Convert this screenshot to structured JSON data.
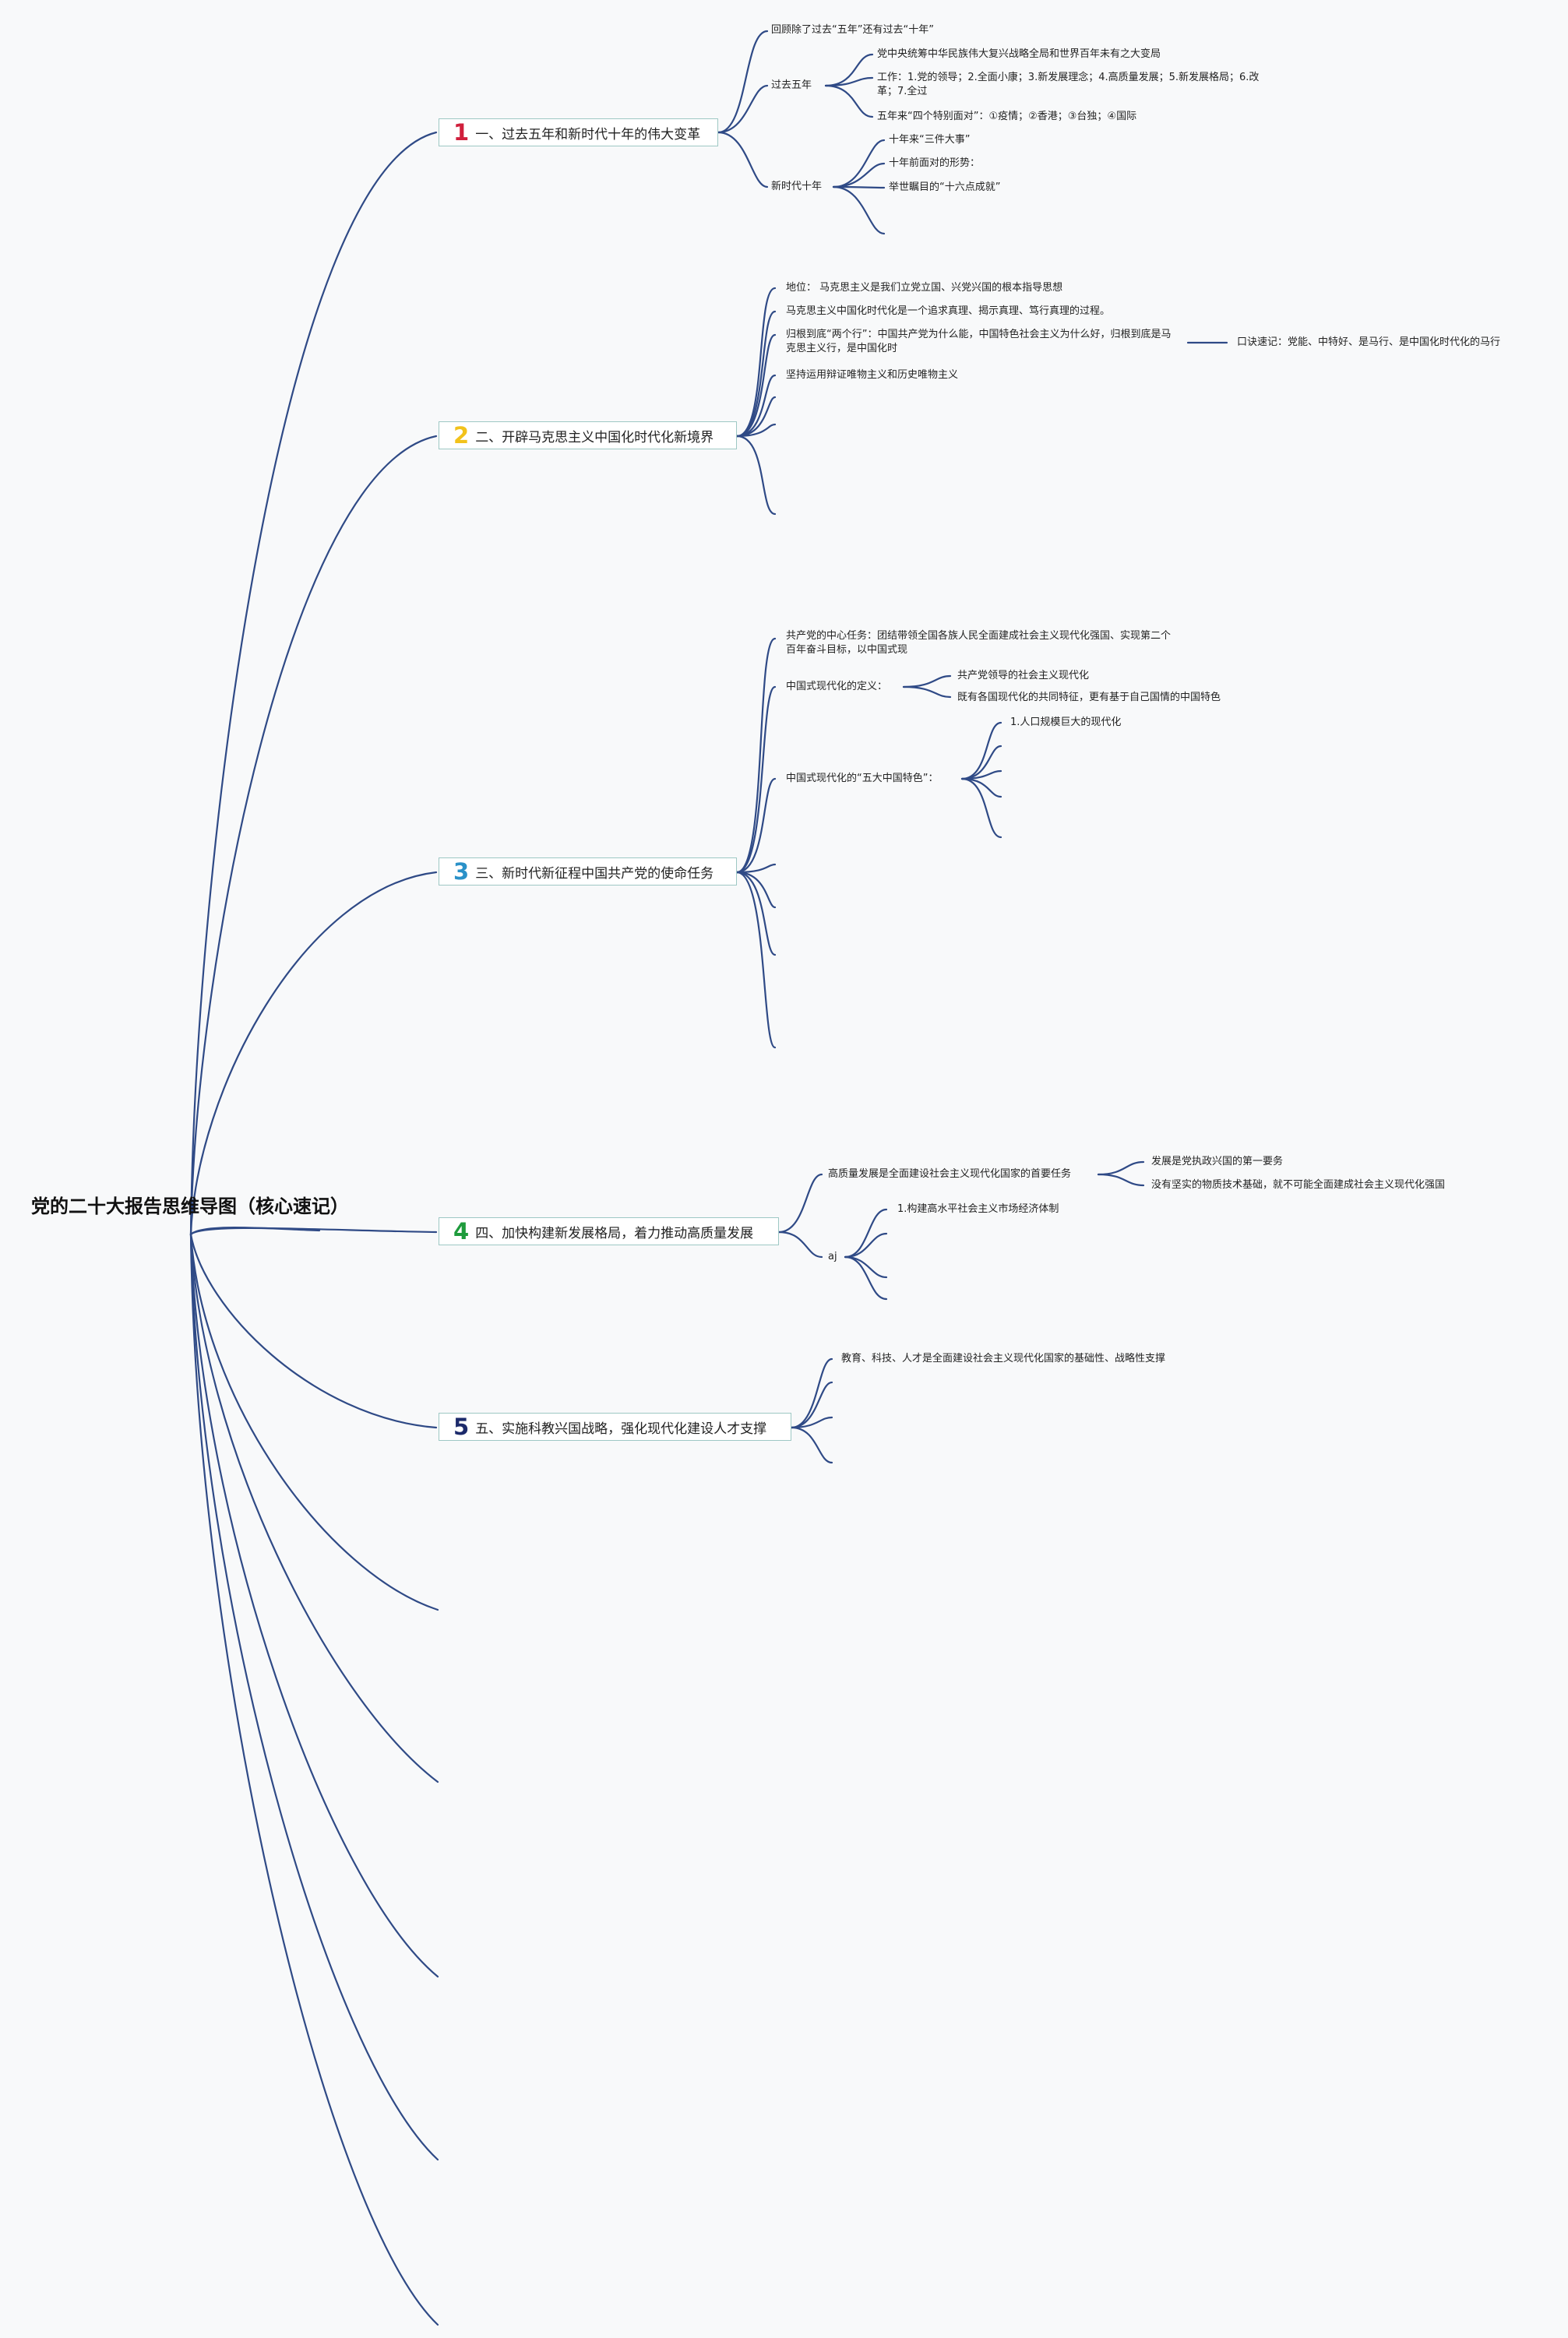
{
  "root": {
    "title": "党的二十大报告思维导图（核心速记）"
  },
  "colors": {
    "line": "#2f4a86",
    "n1": "#d01f3c",
    "n2": "#f2c21b",
    "n3": "#2a91c8",
    "n4": "#1e9b3c",
    "n5": "#1c2a6b"
  },
  "topics": [
    {
      "num": "1",
      "label": "一、过去五年和新时代十年的伟大变革"
    },
    {
      "num": "2",
      "label": "二、开辟马克思主义中国化时代化新境界"
    },
    {
      "num": "3",
      "label": "三、新时代新征程中国共产党的使命任务"
    },
    {
      "num": "4",
      "label": "四、加快构建新发展格局，着力推动高质量发展"
    },
    {
      "num": "5",
      "label": "五、实施科教兴国战略，强化现代化建设人才支撑"
    }
  ],
  "t1": {
    "a": "回顾除了过去“五年”还有过去“十年”",
    "b": "过去五年",
    "b1": "党中央统筹中华民族伟大复兴战略全局和世界百年未有之大变局",
    "b2": "工作：1.党的领导；2.全面小康；3.新发展理念；4.高质量发展；5.新发展格局；6.改革；7.全过",
    "b3": "五年来“四个特别面对”：①疫情；②香港；③台独；④国际",
    "c": "新时代十年",
    "c1": "十年来“三件大事”",
    "c2": "十年前面对的形势：",
    "c3": "举世瞩目的“十六点成就”"
  },
  "t2": {
    "a": "地位：  马克思主义是我们立党立国、兴党兴国的根本指导思想",
    "b": "马克思主义中国化时代化是一个追求真理、揭示真理、笃行真理的过程。",
    "c": "归根到底“两个行”：中国共产党为什么能，中国特色社会主义为什么好，归根到底是马克思主义行，是中国化时",
    "c1": "口诀速记：党能、中特好、是马行、是中国化时代化的马行",
    "d": "坚持运用辩证唯物主义和历史唯物主义"
  },
  "t3": {
    "a": "共产党的中心任务：团结带领全国各族人民全面建成社会主义现代化强国、实现第二个百年奋斗目标，以中国式现",
    "b": "中国式现代化的定义：",
    "b1": "共产党领导的社会主义现代化",
    "b2": "既有各国现代化的共同特征，更有基于自己国情的中国特色",
    "c": "中国式现代化的“五大中国特色”：",
    "c1": "1.人口规模巨大的现代化"
  },
  "t4": {
    "a": "高质量发展是全面建设社会主义现代化国家的首要任务",
    "a1": "发展是党执政兴国的第一要务",
    "a2": "没有坚实的物质技术基础，就不可能全面建成社会主义现代化强国",
    "b": "aj",
    "b1": "1.构建高水平社会主义市场经济体制"
  },
  "t5": {
    "a": "教育、科技、人才是全面建设社会主义现代化国家的基础性、战略性支撑"
  }
}
